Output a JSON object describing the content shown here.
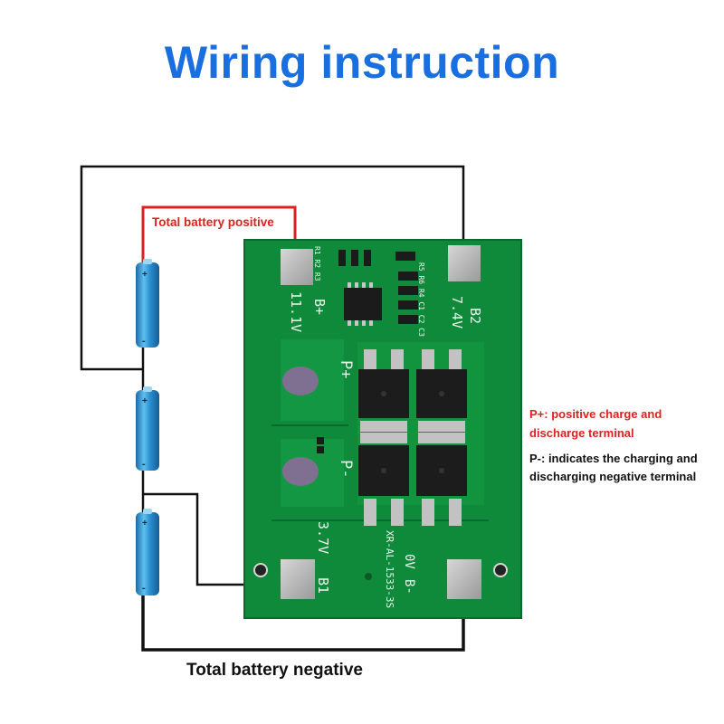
{
  "title": "Wiring instruction",
  "labels": {
    "total_positive": "Total battery positive",
    "total_negative": "Total battery negative",
    "p_plus_line1": "P+: positive charge and",
    "p_plus_line2": "discharge terminal",
    "p_minus_line1": "P-: indicates the charging and",
    "p_minus_line2": "discharging negative terminal"
  },
  "board": {
    "terminal_b_plus": "B+",
    "voltage_b_plus": "11.1V",
    "terminal_b2": "B2",
    "voltage_b2": "7.4V",
    "terminal_b1": "B1",
    "voltage_b1": "3.7V",
    "terminal_b_minus": "B-",
    "voltage_b_minus": "0V",
    "pad_p_plus": "P+",
    "pad_p_minus": "P-",
    "model": "XR-AL-1533-3S",
    "resistors_top": "R1 R2 R3",
    "components_side": "R5 R6 R4 C1 C2 C3"
  },
  "battery": {
    "plus": "+",
    "minus": "-"
  },
  "colors": {
    "title": "#1a6fe0",
    "positive_wire": "#e02020",
    "wire": "#111111",
    "pcb": "#0f8a3a",
    "battery": "#2a8fd0"
  }
}
